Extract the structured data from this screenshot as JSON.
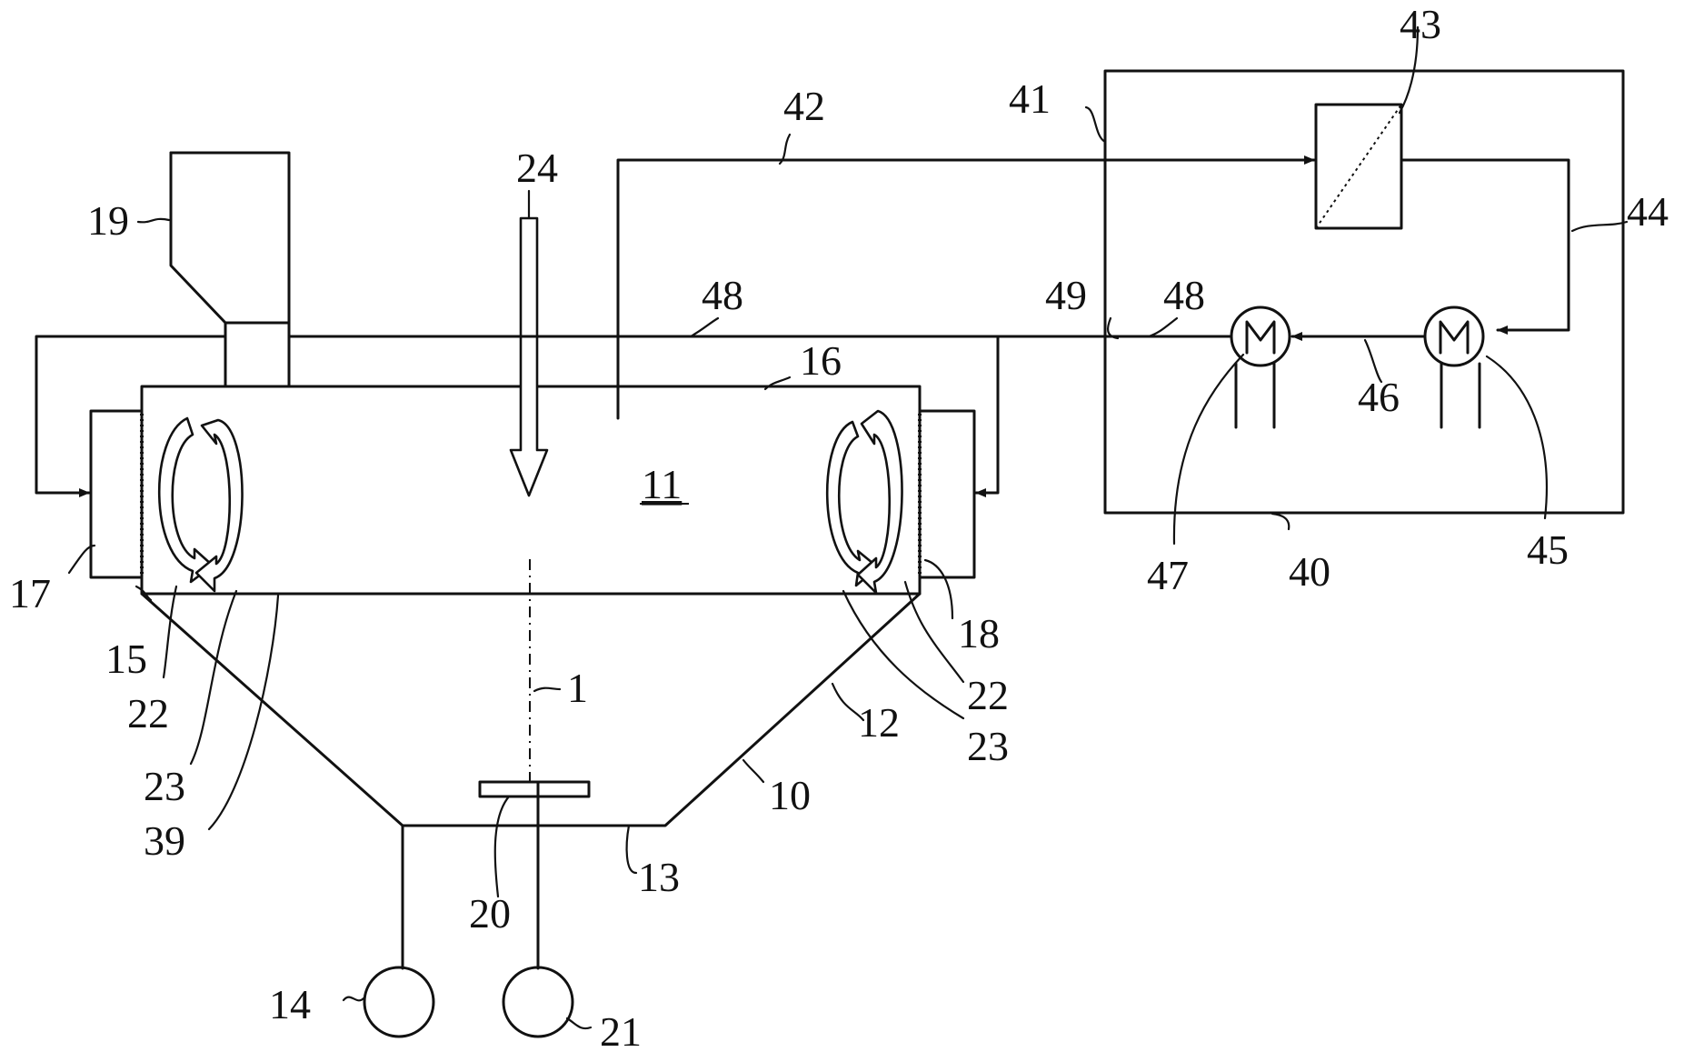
{
  "labels": {
    "axis_1": "1",
    "vessel_10": "10",
    "chamber_11": "11",
    "wall_12": "12",
    "bottom_13": "13",
    "unit_14": "14",
    "wall_15": "15",
    "top_16": "16",
    "housing_17": "17",
    "screen_18": "18",
    "hopper_19": "19",
    "disc_20": "20",
    "drive_21": "21",
    "flow_22_left": "22",
    "flow_22_right": "22",
    "flow_23_left": "23",
    "flow_23_right": "23",
    "arrow_24": "24",
    "edge_39": "39",
    "control_box_40": "40",
    "box_edge_41": "41",
    "signal_line_42": "42",
    "controller_43": "43",
    "line_44": "44",
    "motor_45": "45",
    "line_46": "46",
    "motor_47": "47",
    "line_48_left": "48",
    "line_48_right": "48",
    "output_49": "49"
  }
}
